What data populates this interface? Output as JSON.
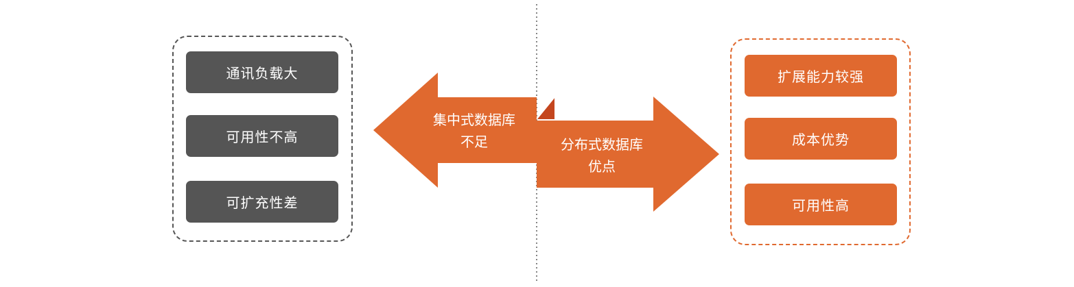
{
  "colors": {
    "negative": "#555555",
    "positive": "#e0692f",
    "fold": "#c4461e",
    "divider": "#666666",
    "text_on_fill": "#ffffff"
  },
  "left_arrow": {
    "line1": "集中式数据库",
    "line2": "不足"
  },
  "right_arrow": {
    "line1": "分布式数据库",
    "line2": "优点"
  },
  "drawbacks": {
    "items": [
      "通讯负载大",
      "可用性不高",
      "可扩充性差"
    ]
  },
  "advantages": {
    "items": [
      "扩展能力较强",
      "成本优势",
      "可用性高"
    ]
  }
}
